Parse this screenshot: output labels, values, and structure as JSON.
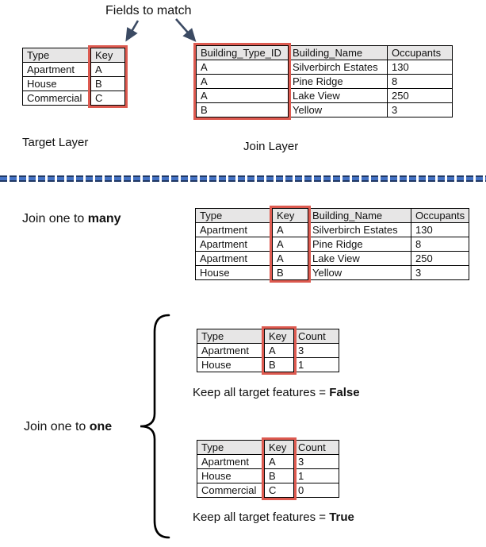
{
  "header": {
    "title": "Fields to match"
  },
  "icons": {
    "arrow_down_left": "↙",
    "arrow_down_right": "↘",
    "curly_brace": "{"
  },
  "colors": {
    "highlight_red": "#dd5a50",
    "header_gray": "#e7e6e6",
    "arrow_dark": "#3b4a63",
    "dash_navy": "#203864",
    "dash_blue": "#4472c4",
    "text": "#111111"
  },
  "labels": {
    "target_layer": "Target Layer",
    "join_layer": "Join Layer"
  },
  "one_to_many": {
    "label_prefix": "Join one to ",
    "label_bold": "many"
  },
  "one_to_one": {
    "label_prefix": "Join one to ",
    "label_bold": "one",
    "false_caption_prefix": "Keep all target features = ",
    "false_caption_bold": "False",
    "true_caption_prefix": "Keep all target features = ",
    "true_caption_bold": "True"
  },
  "tables": {
    "target": {
      "columns": [
        "Type",
        "Key"
      ],
      "rows": [
        [
          "Apartment",
          "A"
        ],
        [
          "House",
          "B"
        ],
        [
          "Commercial",
          "C"
        ]
      ],
      "highlight_col": 1
    },
    "join": {
      "columns": [
        "Building_Type_ID",
        "Building_Name",
        "Occupants"
      ],
      "rows": [
        [
          "A",
          "Silverbirch Estates",
          "130"
        ],
        [
          "A",
          "Pine Ridge",
          "8"
        ],
        [
          "A",
          "Lake View",
          "250"
        ],
        [
          "B",
          "Yellow",
          "3"
        ]
      ],
      "highlight_col": 0
    },
    "many": {
      "columns": [
        "Type",
        "Key",
        "Building_Name",
        "Occupants"
      ],
      "rows": [
        [
          "Apartment",
          "A",
          "Silverbirch Estates",
          "130"
        ],
        [
          "Apartment",
          "A",
          "Pine Ridge",
          "8"
        ],
        [
          "Apartment",
          "A",
          "Lake View",
          "250"
        ],
        [
          "House",
          "B",
          "Yellow",
          "3"
        ]
      ],
      "highlight_col": 1
    },
    "one_false": {
      "columns": [
        "Type",
        "Key",
        "Count"
      ],
      "rows": [
        [
          "Apartment",
          "A",
          "3"
        ],
        [
          "House",
          "B",
          "1"
        ]
      ],
      "highlight_col": 1
    },
    "one_true": {
      "columns": [
        "Type",
        "Key",
        "Count"
      ],
      "rows": [
        [
          "Apartment",
          "A",
          "3"
        ],
        [
          "House",
          "B",
          "1"
        ],
        [
          "Commercial",
          "C",
          "0"
        ]
      ],
      "highlight_col": 1
    }
  }
}
